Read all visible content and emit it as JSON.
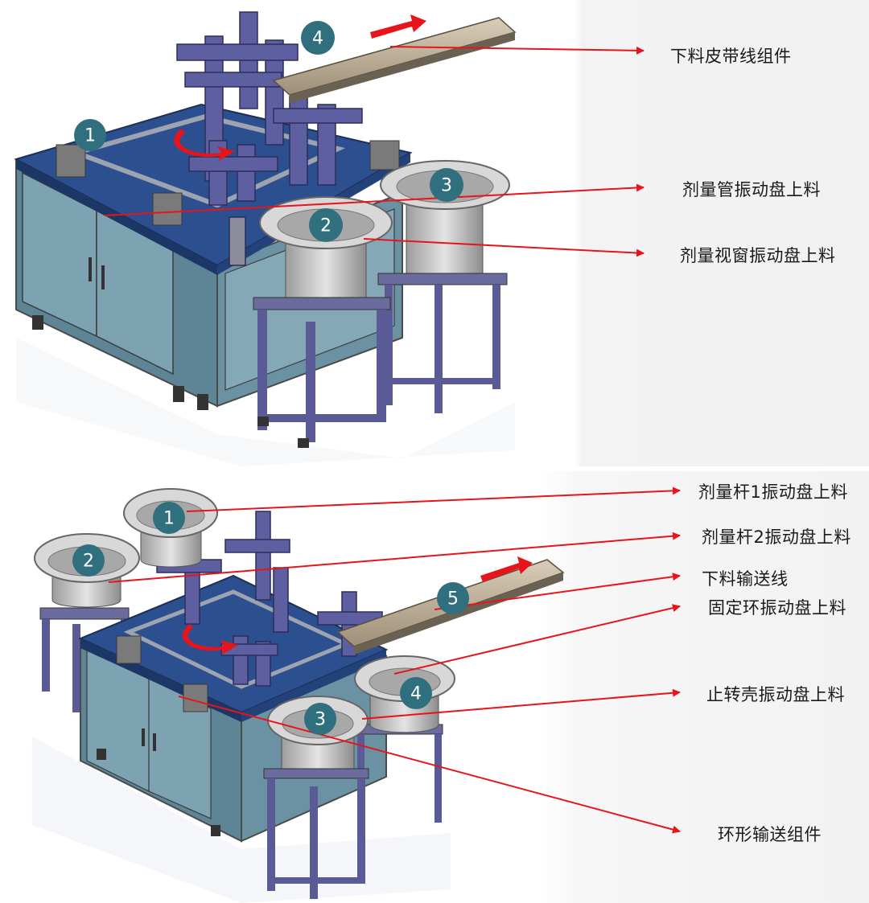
{
  "top": {
    "labels": {
      "belt_line": "下料皮带线组件",
      "tube_feeder": "剂量管振动盘上料",
      "window_feeder": "剂量视窗振动盘上料"
    },
    "badges": {
      "b1": "1",
      "b2": "2",
      "b3": "3",
      "b4": "4"
    }
  },
  "bottom": {
    "labels": {
      "rod1_feeder": "剂量杆1振动盘上料",
      "rod2_feeder": "剂量杆2振动盘上料",
      "output_conveyor": "下料输送线",
      "ring_feeder": "固定环振动盘上料",
      "stop_shell_feeder": "止转壳振动盘上料",
      "ring_conveyor": "环形输送组件"
    },
    "badges": {
      "b1": "1",
      "b2": "2",
      "b3": "3",
      "b4": "4",
      "b5": "5"
    }
  },
  "colors": {
    "arrow": "#e8141b",
    "badge": "#2f6f7e",
    "table_top": "#2b4f8f",
    "cabinet": "#5d8596",
    "frame": "#5a5a96",
    "bowl": "#c8c8c8",
    "gantry": "#5d5fa0"
  }
}
